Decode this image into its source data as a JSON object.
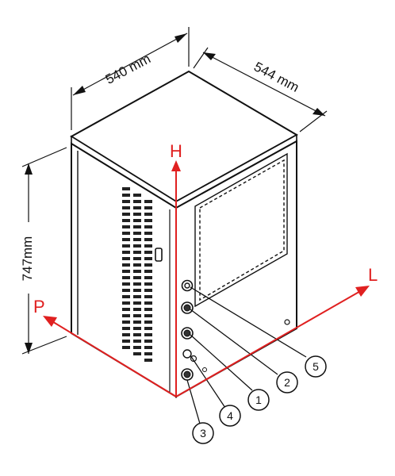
{
  "dimensions": {
    "width": "540 mm",
    "depth": "544 mm",
    "height": "747mm"
  },
  "axes": {
    "h": "H",
    "l": "L",
    "p": "P"
  },
  "callouts": [
    "1",
    "2",
    "3",
    "4",
    "5"
  ],
  "colors": {
    "axis": "#e02020",
    "outline": "#111111",
    "top_face": "#ffffff",
    "front_face": "#ffffff",
    "side_face": "#ffffff"
  }
}
